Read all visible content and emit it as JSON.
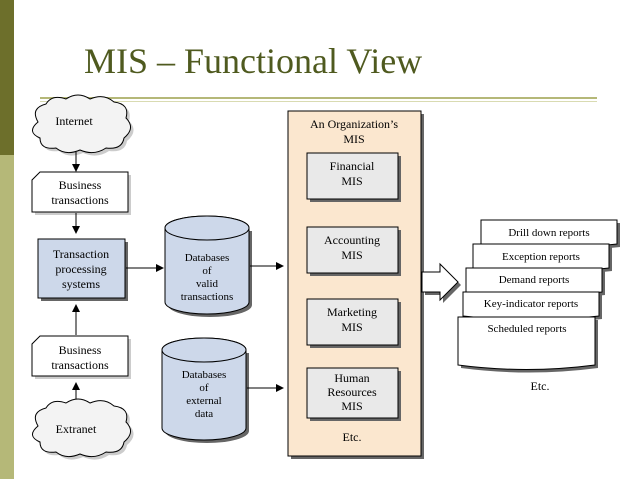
{
  "slide": {
    "title": "MIS – Functional View"
  },
  "diagram": {
    "internet": "Internet",
    "extranet": "Extranet",
    "business_transactions_top": [
      "Business",
      "transactions"
    ],
    "business_transactions_bottom": [
      "Business",
      "transactions"
    ],
    "tps": [
      "Transaction",
      "processing",
      "systems"
    ],
    "db_valid": [
      "Databases",
      "of",
      "valid",
      "transactions"
    ],
    "db_external": [
      "Databases",
      "of",
      "external",
      "data"
    ],
    "org_mis": [
      "An Organization’s",
      "MIS"
    ],
    "financial": [
      "Financial",
      "MIS"
    ],
    "accounting": [
      "Accounting",
      "MIS"
    ],
    "marketing": [
      "Marketing",
      "MIS"
    ],
    "hr": [
      "Human",
      "Resources",
      "MIS"
    ],
    "org_etc": "Etc.",
    "reports": [
      "Drill down reports",
      "Exception reports",
      "Demand reports",
      "Key-indicator reports",
      "Scheduled reports"
    ],
    "reports_etc": "Etc."
  },
  "colors": {
    "accent_olive": "#b5b878",
    "title_color": "#4f5a1f",
    "org_fill": "#fbe7cf",
    "tps_fill": "#cdd8ea",
    "box_fill": "#e9e9e9"
  }
}
